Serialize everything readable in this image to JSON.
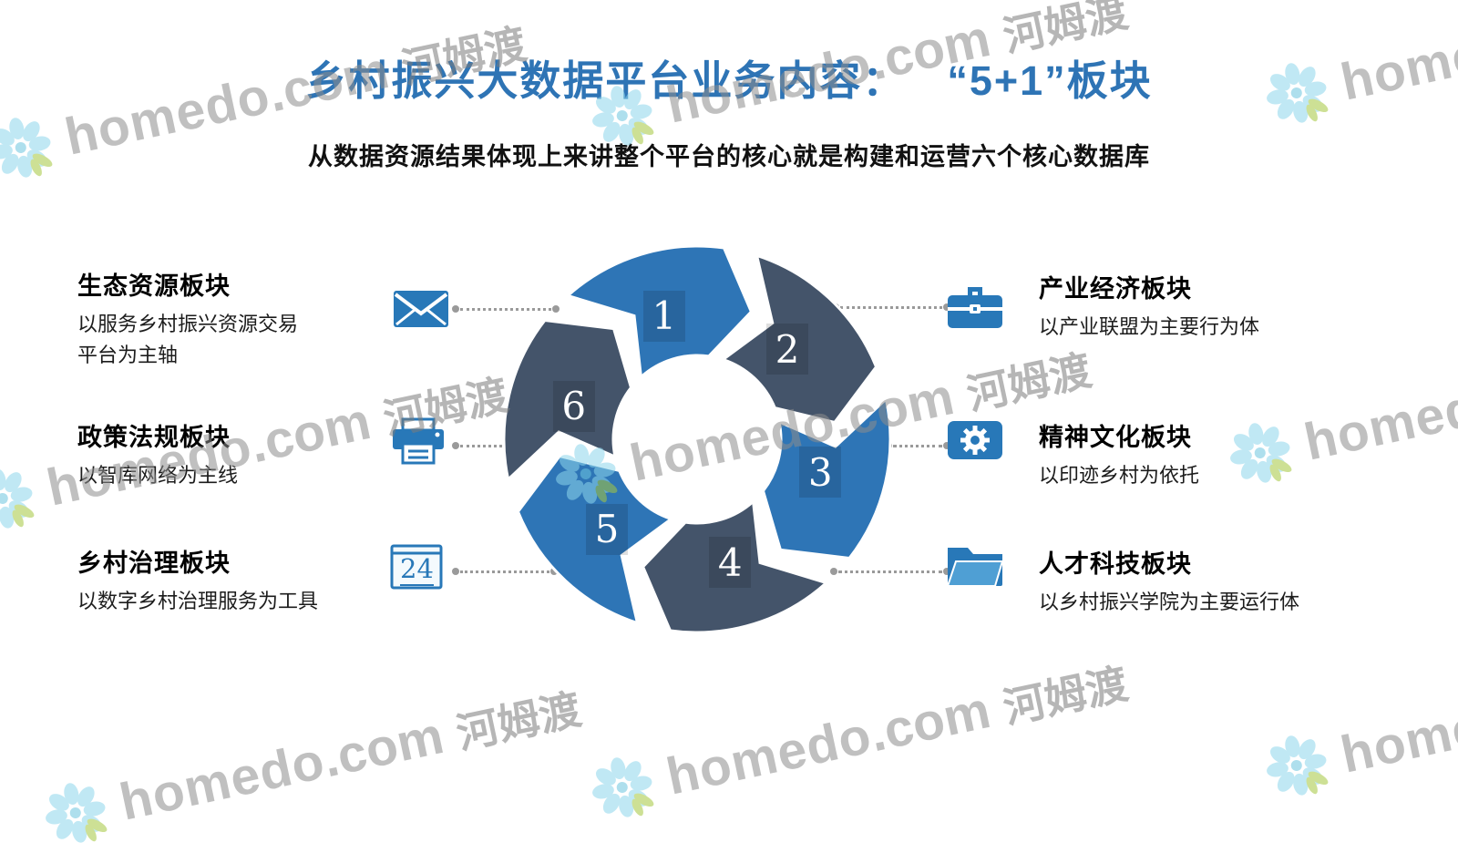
{
  "colors": {
    "blue": "#2e75b6",
    "dark": "#44546a",
    "title_blue": "#2e74b5",
    "icon_blue": "#2878b8",
    "connector_gray": "#9a9a9a"
  },
  "watermark": {
    "brand": "homedo",
    "domain": ".com",
    "cn": "河姆渡"
  },
  "header": {
    "title": "乡村振兴大数据平台业务内容：",
    "highlight": "“5+1”板块",
    "subtitle": "从数据资源结果体现上来讲整个平台的核心就是构建和运营六个核心数据库"
  },
  "cycle": {
    "segments": [
      {
        "number": "1",
        "color": "blue"
      },
      {
        "number": "2",
        "color": "dark"
      },
      {
        "number": "3",
        "color": "blue"
      },
      {
        "number": "4",
        "color": "dark"
      },
      {
        "number": "5",
        "color": "blue"
      },
      {
        "number": "6",
        "color": "dark"
      }
    ]
  },
  "blocks": {
    "left": [
      {
        "title": "生态资源板块",
        "desc": "以服务乡村振兴资源交易平台为主轴",
        "icon": "mail-icon"
      },
      {
        "title": "政策法规板块",
        "desc": "以智库网络为主线",
        "icon": "printer-icon"
      },
      {
        "title": "乡村治理板块",
        "desc": "以数字乡村治理服务为工具",
        "icon": "calendar-icon",
        "icon_label": "24"
      }
    ],
    "right": [
      {
        "title": "产业经济板块",
        "desc": "以产业联盟为主要行为体",
        "icon": "briefcase-icon"
      },
      {
        "title": "精神文化板块",
        "desc": "以印迹乡村为依托",
        "icon": "gear-icon"
      },
      {
        "title": "人才科技板块",
        "desc": "以乡村振兴学院为主要运行体",
        "icon": "folder-icon"
      }
    ]
  }
}
